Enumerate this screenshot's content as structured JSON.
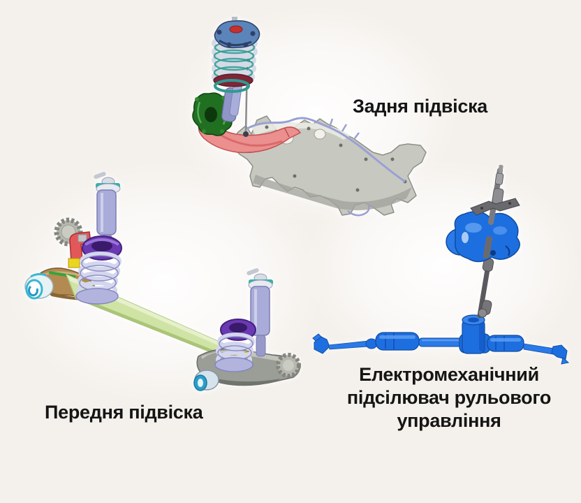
{
  "page": {
    "background_color": "#f4f0eb",
    "text_color": "#151515",
    "description": "Three labeled car chassis component illustrations on a beige background"
  },
  "figures": {
    "rear_suspension": {
      "caption": "Задня підвіска",
      "parts": [
        "strut with coil spring",
        "top mount",
        "knuckle",
        "lower control arm",
        "subframe crossmember",
        "stabilizer lines"
      ],
      "colors": {
        "subframe_gray": "#c7c9c1",
        "control_arm_red": "#eb8f8f",
        "knuckle_green": "#217022",
        "spring_silver": "#d6dae6",
        "spring_teal": "#2f9a90",
        "mount_blue": "#5b84ba",
        "mount_center_red": "#c23030",
        "strut_lavender": "#a8adda",
        "brake_line_lavender": "#9aa0d4"
      }
    },
    "front_suspension": {
      "caption": "Передня підвіска",
      "parts": [
        "twist beam",
        "trailing arm",
        "bushing",
        "coil springs",
        "shock absorbers",
        "hub flanges",
        "mounting bracket"
      ],
      "colors": {
        "beam_green": "#cfe3a5",
        "spring_purple": "#6a3ab2",
        "coil_white": "#d4d6ee",
        "shock_lavender": "#a9abd8",
        "shock_cap_teal": "#35b0a8",
        "bracket_red": "#e25858",
        "accent_yellow": "#ecd51e",
        "trailing_arm_tan": "#b28a52",
        "bushing_cyan": "#38b8d2",
        "axle_gray": "#9b9d97"
      }
    },
    "eps": {
      "caption_lines": [
        "Електромеханічний",
        "підсілювач рульового",
        "управління"
      ],
      "parts": [
        "steering rack",
        "tie rods",
        "rack boots",
        "pinion tower",
        "electric motor housing",
        "steering column shaft",
        "mounting bracket"
      ],
      "colors": {
        "rack_blue": "#1d6fe0",
        "rack_blue_dark": "#114a9e",
        "rack_blue_light": "#5c9cf0",
        "column_gray": "#76767a"
      }
    }
  }
}
